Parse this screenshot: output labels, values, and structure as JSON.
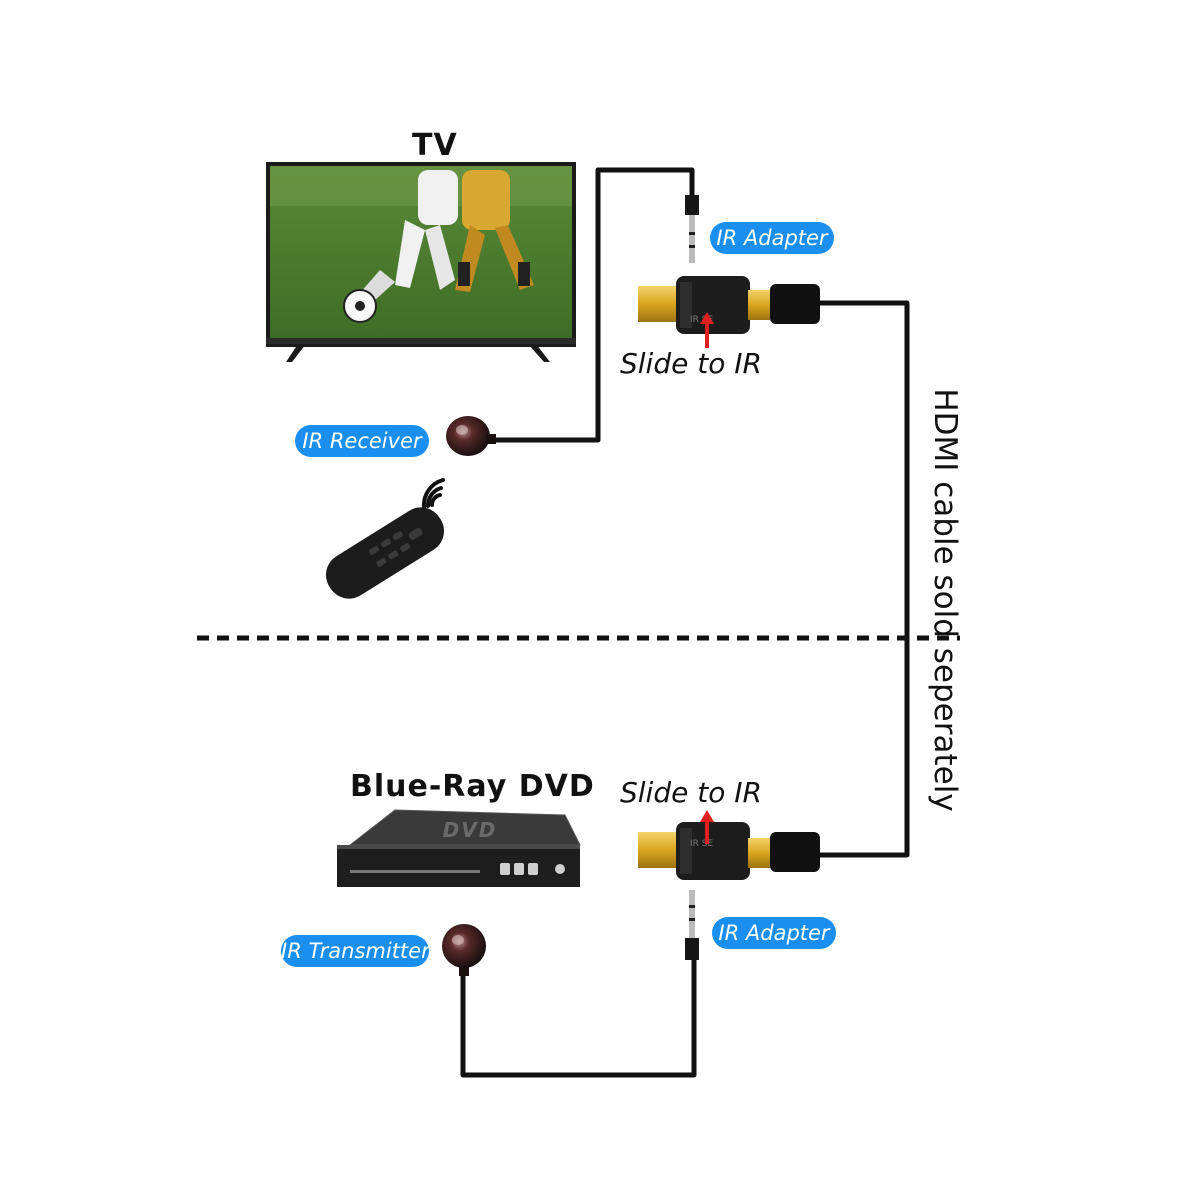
{
  "labels": {
    "tv": "TV",
    "dvd": "Blue-Ray DVD",
    "slide_top": "Slide to IR",
    "slide_bottom": "Slide to IR",
    "hdmi_note": "HDMI cable sold seperately",
    "dvd_logo": "DVD"
  },
  "tags": {
    "ir_adapter_top": "IR Adapter",
    "ir_receiver": "IR Receiver",
    "ir_adapter_bottom": "IR Adapter",
    "ir_transmitter": "IR Transmitter"
  },
  "colors": {
    "tag_blue": "#1a8ff0",
    "arrow_red": "#e02020",
    "cable": "#111111",
    "gold": "#d9a520"
  }
}
